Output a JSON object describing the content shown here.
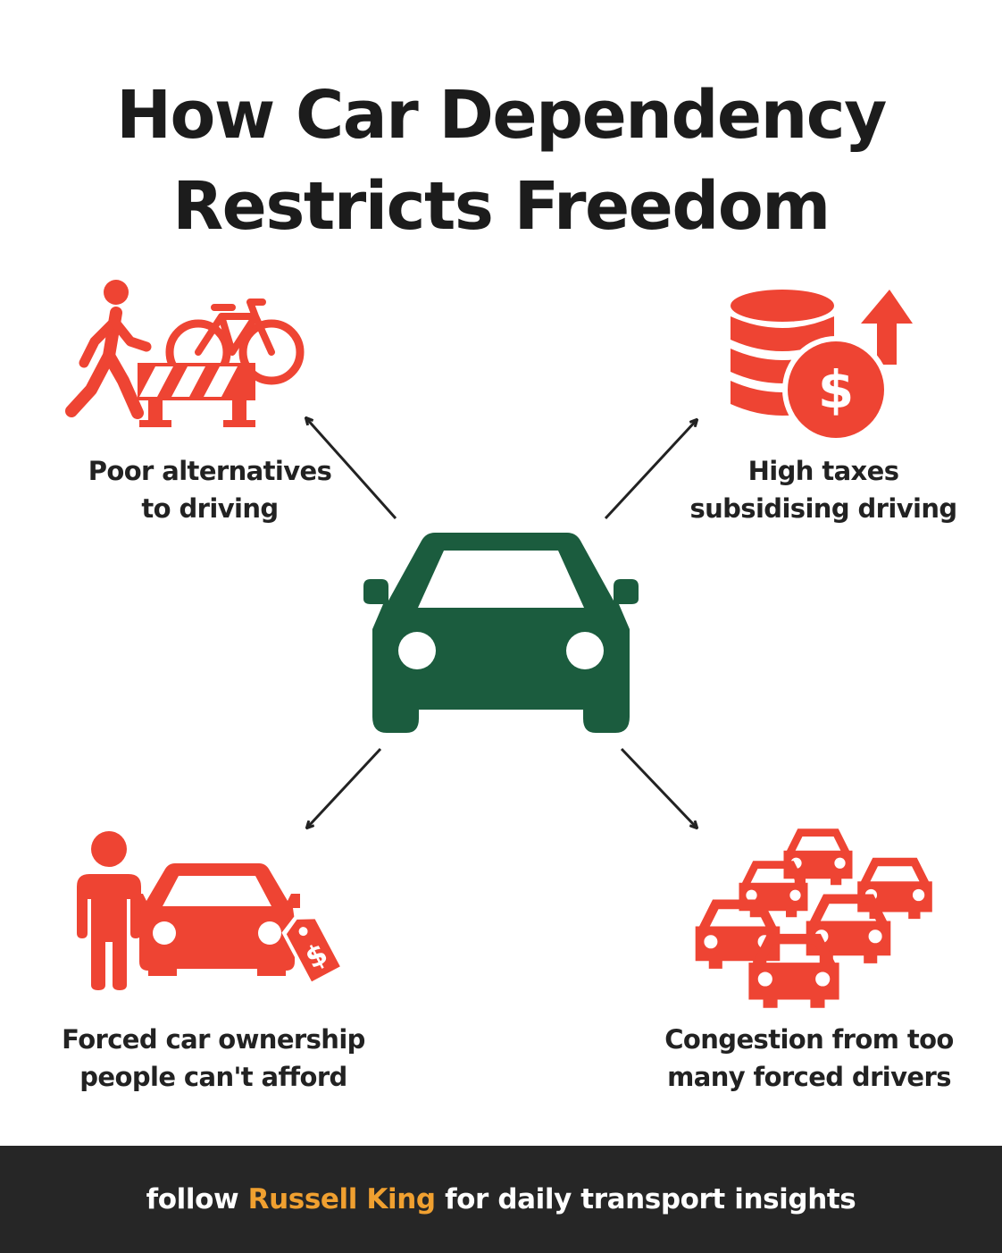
{
  "title": {
    "line1": "How Car Dependency",
    "line2": "Restricts Freedom"
  },
  "colors": {
    "accent": "#ee4433",
    "center": "#1b5c3e",
    "text": "#222222",
    "footer_bg": "#262626",
    "highlight": "#f0a030"
  },
  "center_icon": "car-front-icon",
  "items": [
    {
      "icon": "walker-bicycle-barrier-icon",
      "line1": "Poor alternatives",
      "line2": "to driving"
    },
    {
      "icon": "coins-dollar-arrow-up-icon",
      "line1": "High taxes",
      "line2": "subsidising driving"
    },
    {
      "icon": "person-car-price-tag-icon",
      "line1": "Forced car ownership",
      "line2": "people can't afford"
    },
    {
      "icon": "traffic-jam-cars-icon",
      "line1": "Congestion from too",
      "line2": "many forced drivers"
    }
  ],
  "footer": {
    "before": "follow ",
    "name": "Russell King",
    "after": " for daily transport insights"
  }
}
